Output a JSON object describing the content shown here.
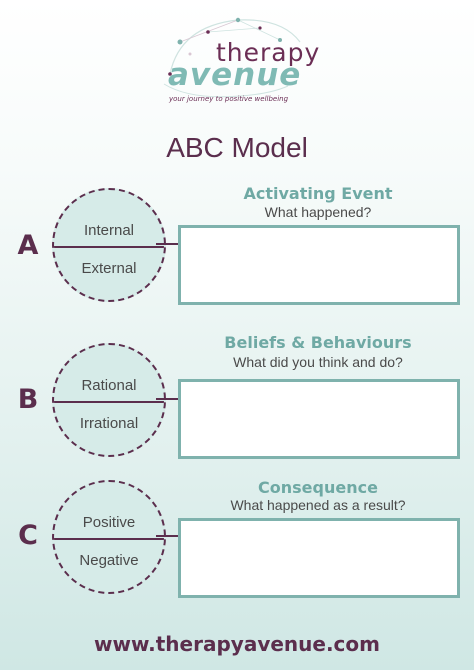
{
  "logo": {
    "word1": "therapy",
    "word2": "avenue",
    "tagline": "your journey to positive wellbeing"
  },
  "title": "ABC Model",
  "rows": [
    {
      "letter": "A",
      "circle_top": "Internal",
      "circle_bottom": "External",
      "heading": "Activating Event",
      "subheading": "What happened?"
    },
    {
      "letter": "B",
      "circle_top": "Rational",
      "circle_bottom": "Irrational",
      "heading": "Beliefs & Behaviours",
      "subheading": "What did you think and do?"
    },
    {
      "letter": "C",
      "circle_top": "Positive",
      "circle_bottom": "Negative",
      "heading": "Consequence",
      "subheading": "What happened as a result?"
    }
  ],
  "footer": {
    "website": "www.therapyavenue.com"
  },
  "colors": {
    "plum": "#5b2e4d",
    "teal": "#7fb2ad",
    "circle_fill": "#d6ebe8"
  }
}
